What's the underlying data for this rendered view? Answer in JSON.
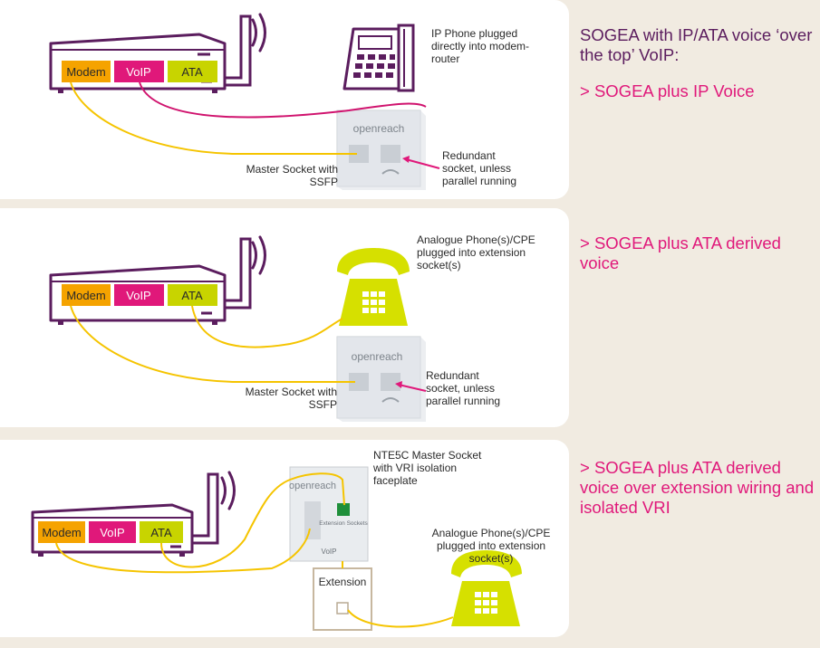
{
  "colors": {
    "router": "#5b1d5e",
    "modem": "#f5a300",
    "voip": "#e0187a",
    "ata": "#c8d400",
    "wire_yellow": "#f5c400",
    "wire_pink": "#d0136e",
    "phone_lime": "#d6e000",
    "background": "#f1ebe1"
  },
  "ports": {
    "modem": "Modem",
    "voip": "VoIP",
    "ata": "ATA"
  },
  "panel1": {
    "ip_phone_label": "IP Phone plugged directly into modem-router",
    "socket_brand": "openreach",
    "master_socket_label": "Master Socket with SSFP",
    "redundant_label": "Redundant socket, unless parallel running"
  },
  "panel2": {
    "phone_label": "Analogue Phone(s)/CPE plugged into extension socket(s)",
    "socket_brand": "openreach",
    "master_socket_label": "Master Socket with SSFP",
    "redundant_label": "Redundant socket, unless parallel running"
  },
  "panel3": {
    "socket_brand": "openreach",
    "nte_label": "NTE5C Master Socket with VRI isolation faceplate",
    "extension_sockets_text": "Extension Sockets",
    "voip_text": "VoIP",
    "extension_box_label": "Extension",
    "phone_label": "Analogue Phone(s)/CPE plugged into extension socket(s)"
  },
  "side": {
    "heading": "SOGEA with IP/ATA voice ‘over the top’ VoIP:",
    "item1": "> SOGEA plus IP Voice",
    "item2": "> SOGEA plus ATA derived voice",
    "item3": "> SOGEA plus ATA derived voice over extension wiring and isolated VRI"
  }
}
